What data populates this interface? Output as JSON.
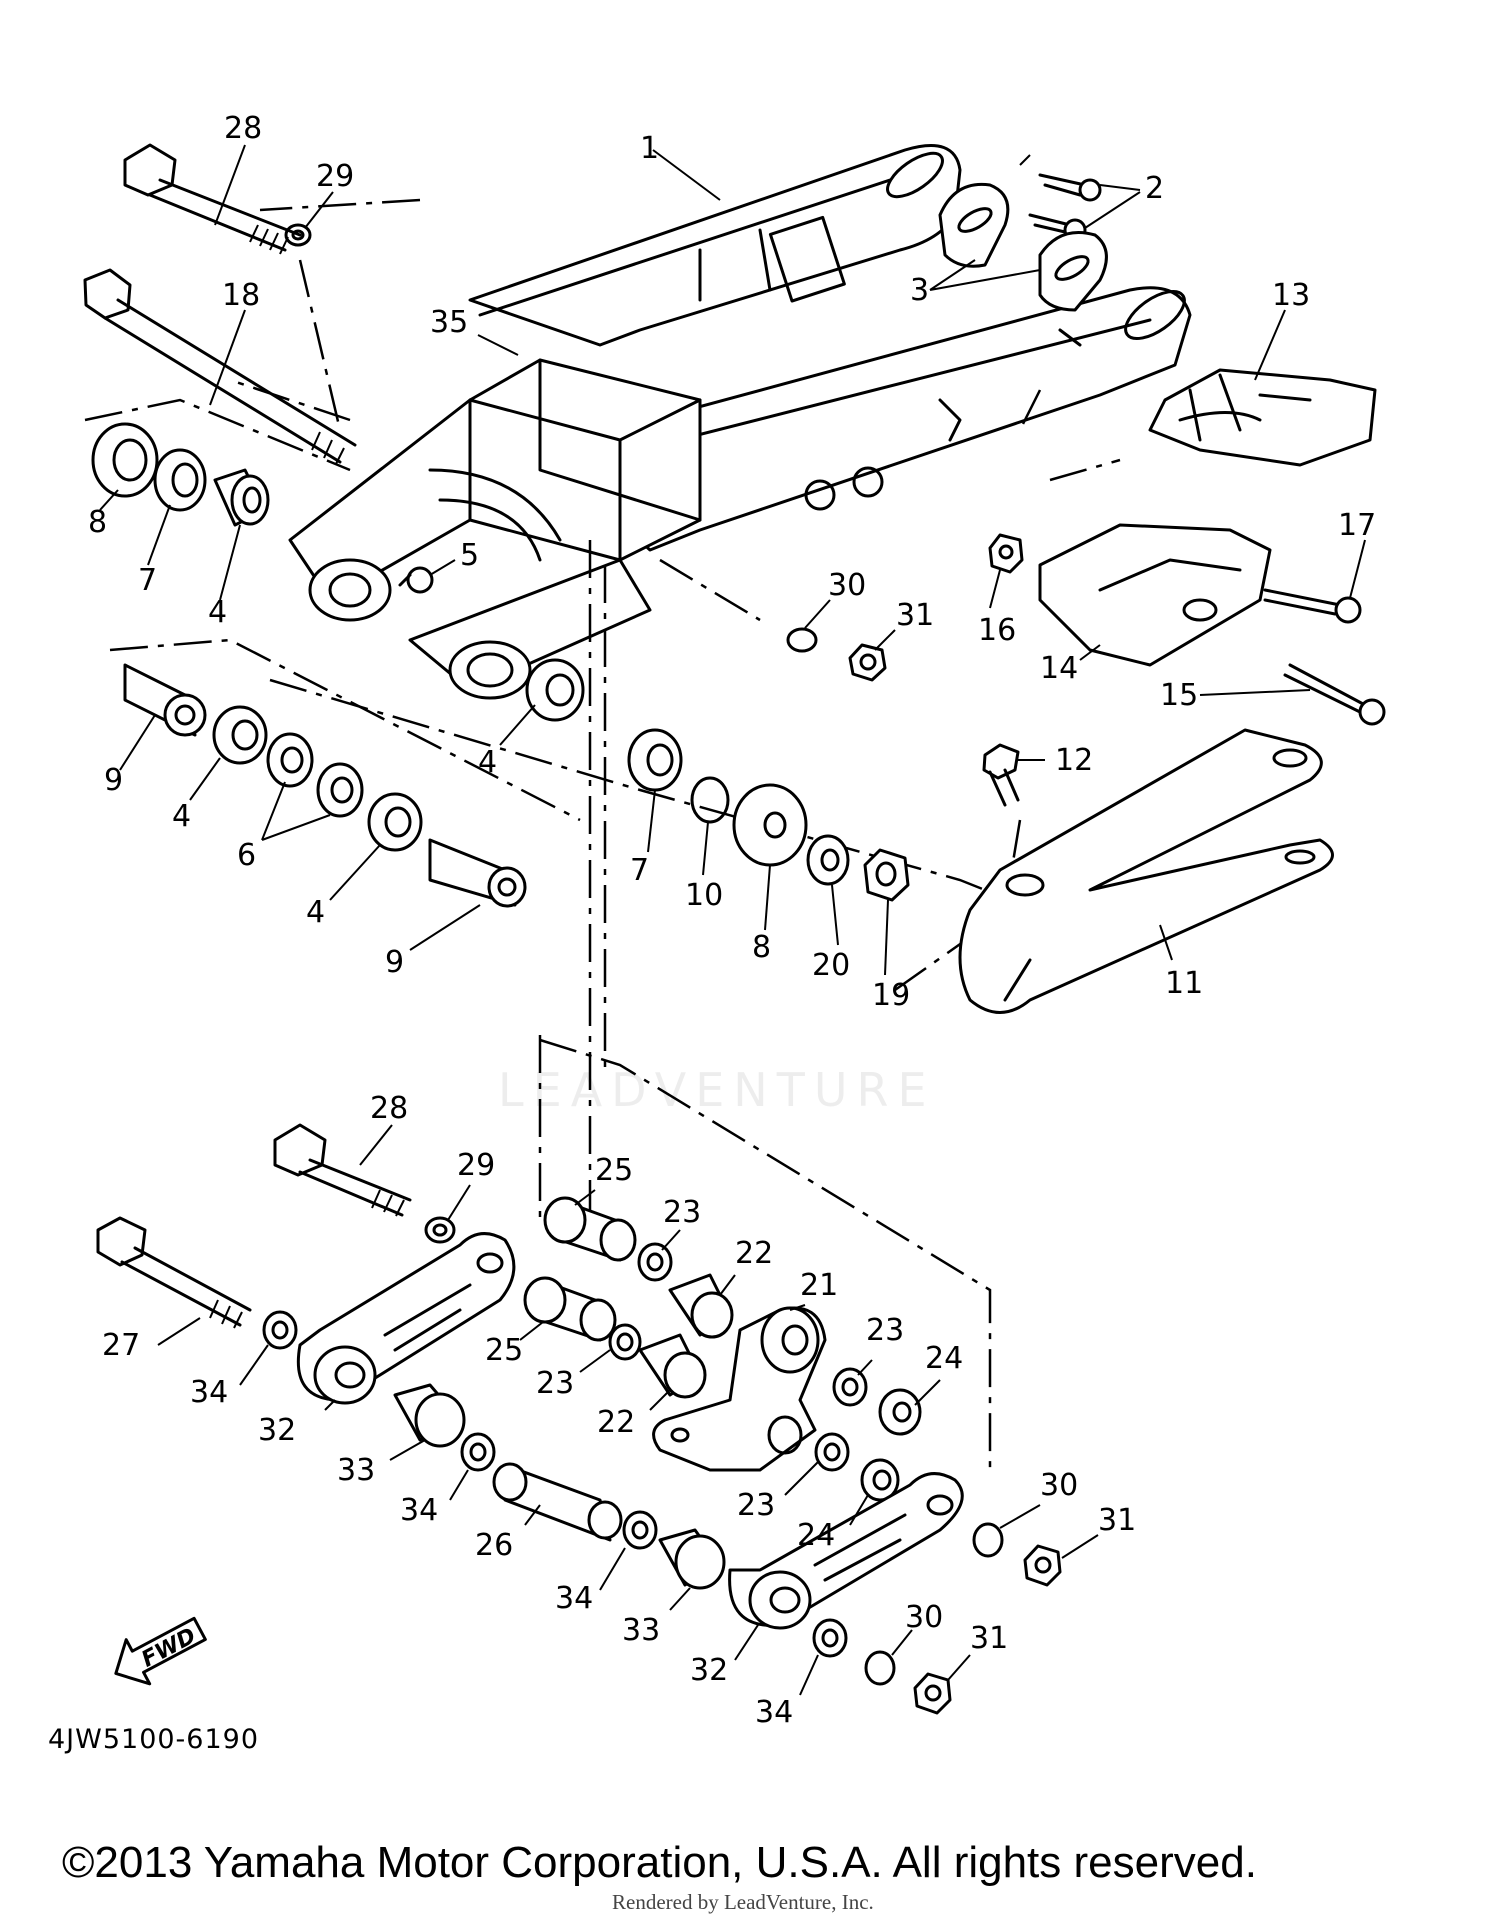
{
  "diagram_id": "4JW5100-6190",
  "fwd_label": "FWD",
  "watermark": "LEADVENTURE",
  "copyright": "©2013 Yamaha Motor Corporation, U.S.A. All rights reserved.",
  "rendered_by": "Rendered by LeadVenture, Inc.",
  "callouts": [
    {
      "id": "c28a",
      "text": "28"
    },
    {
      "id": "c29a",
      "text": "29"
    },
    {
      "id": "c18",
      "text": "18"
    },
    {
      "id": "c35",
      "text": "35"
    },
    {
      "id": "c1",
      "text": "1"
    },
    {
      "id": "c2",
      "text": "2"
    },
    {
      "id": "c3",
      "text": "3"
    },
    {
      "id": "c13",
      "text": "13"
    },
    {
      "id": "c8a",
      "text": "8"
    },
    {
      "id": "c7a",
      "text": "7"
    },
    {
      "id": "c4a",
      "text": "4"
    },
    {
      "id": "c5",
      "text": "5"
    },
    {
      "id": "c30a",
      "text": "30"
    },
    {
      "id": "c31a",
      "text": "31"
    },
    {
      "id": "c16",
      "text": "16"
    },
    {
      "id": "c17",
      "text": "17"
    },
    {
      "id": "c14",
      "text": "14"
    },
    {
      "id": "c15",
      "text": "15"
    },
    {
      "id": "c9a",
      "text": "9"
    },
    {
      "id": "c4b",
      "text": "4"
    },
    {
      "id": "c4c",
      "text": "4"
    },
    {
      "id": "c6",
      "text": "6"
    },
    {
      "id": "c4d",
      "text": "4"
    },
    {
      "id": "c9b",
      "text": "9"
    },
    {
      "id": "c7b",
      "text": "7"
    },
    {
      "id": "c10",
      "text": "10"
    },
    {
      "id": "c8b",
      "text": "8"
    },
    {
      "id": "c20",
      "text": "20"
    },
    {
      "id": "c19",
      "text": "19"
    },
    {
      "id": "c12",
      "text": "12"
    },
    {
      "id": "c11",
      "text": "11"
    },
    {
      "id": "c28b",
      "text": "28"
    },
    {
      "id": "c29b",
      "text": "29"
    },
    {
      "id": "c25a",
      "text": "25"
    },
    {
      "id": "c23a",
      "text": "23"
    },
    {
      "id": "c22a",
      "text": "22"
    },
    {
      "id": "c21",
      "text": "21"
    },
    {
      "id": "c27",
      "text": "27"
    },
    {
      "id": "c34a",
      "text": "34"
    },
    {
      "id": "c32a",
      "text": "32"
    },
    {
      "id": "c25b",
      "text": "25"
    },
    {
      "id": "c23b",
      "text": "23"
    },
    {
      "id": "c22b",
      "text": "22"
    },
    {
      "id": "c23c",
      "text": "23"
    },
    {
      "id": "c24a",
      "text": "24"
    },
    {
      "id": "c33a",
      "text": "33"
    },
    {
      "id": "c34b",
      "text": "34"
    },
    {
      "id": "c23d",
      "text": "23"
    },
    {
      "id": "c24b",
      "text": "24"
    },
    {
      "id": "c26",
      "text": "26"
    },
    {
      "id": "c30b",
      "text": "30"
    },
    {
      "id": "c31b",
      "text": "31"
    },
    {
      "id": "c34c",
      "text": "34"
    },
    {
      "id": "c33b",
      "text": "33"
    },
    {
      "id": "c32b",
      "text": "32"
    },
    {
      "id": "c30c",
      "text": "30"
    },
    {
      "id": "c31c",
      "text": "31"
    },
    {
      "id": "c34d",
      "text": "34"
    }
  ]
}
